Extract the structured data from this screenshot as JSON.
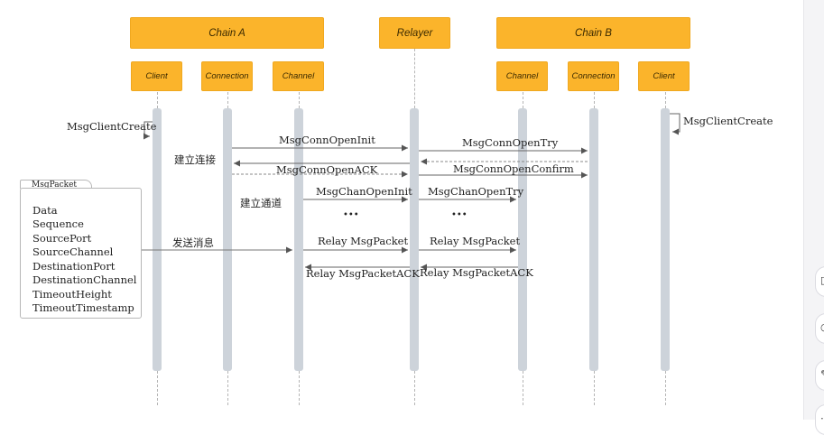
{
  "chains": {
    "a": "Chain A",
    "relayer": "Relayer",
    "b": "Chain B"
  },
  "modules": {
    "a_client": "Client",
    "a_connection": "Connection",
    "a_channel": "Channel",
    "b_channel": "Channel",
    "b_connection": "Connection",
    "b_client": "Client"
  },
  "messages": {
    "client_create_a": "MsgClientCreate",
    "client_create_b": "MsgClientCreate",
    "conn_open_init": "MsgConnOpenInit",
    "conn_open_try": "MsgConnOpenTry",
    "conn_open_ack": "MsgConnOpenACK",
    "conn_open_confirm": "MsgConnOpenConfirm",
    "chan_open_init": "MsgChanOpenInit",
    "chan_open_try": "MsgChanOpenTry",
    "ellipsis_left": "•••",
    "ellipsis_right": "•••",
    "relay_packet_left": "Relay MsgPacket",
    "relay_packet_right": "Relay MsgPacket",
    "relay_ack_left": "Relay MsgPacketACK",
    "relay_ack_right": "Relay MsgPacketACK"
  },
  "phases": {
    "establish_connection": "建立连接",
    "establish_channel": "建立通道",
    "send_message": "发送消息"
  },
  "packet": {
    "title": "MsgPacket",
    "fields": [
      "Data",
      "Sequence",
      "SourcePort",
      "SourceChannel",
      "DestinationPort",
      "DestinationChannel",
      "TimeoutHeight",
      "TimeoutTimestamp"
    ]
  },
  "colors": {
    "header": "#fbb42b",
    "lane": "#cdd3da",
    "arrow": "#555555"
  }
}
